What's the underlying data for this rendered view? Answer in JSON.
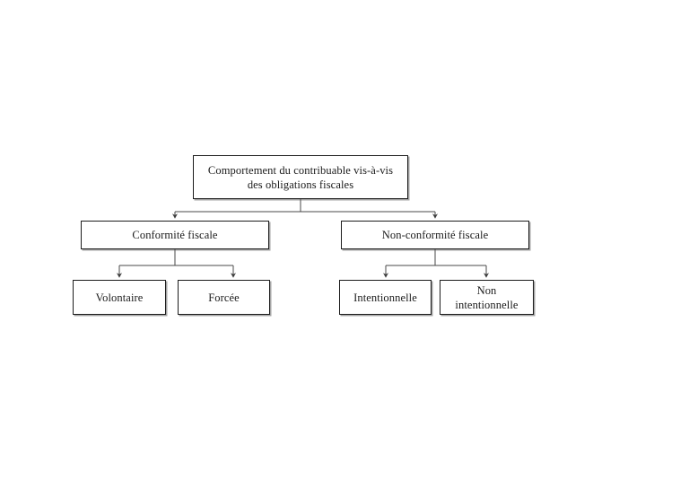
{
  "diagram": {
    "type": "hierarchy-tree",
    "title": "Comportement du contribuable vis-à-vis des obligations fiscales",
    "orientation": "top-down",
    "levels": 3,
    "colors": {
      "box_border": "#1c1c1c",
      "box_fill": "#ffffff",
      "connector": "#4a4a4a",
      "text": "#1a1a1a",
      "page_background": "#ffffff"
    },
    "nodes": {
      "root": {
        "label": "Comportement du contribuable vis-à-vis\ndes obligations fiscales",
        "level": 1
      },
      "conformite": {
        "label": "Conformité fiscale",
        "level": 2
      },
      "non_conformite": {
        "label": "Non-conformité fiscale",
        "level": 2
      },
      "volontaire": {
        "label": "Volontaire",
        "level": 3
      },
      "forcee": {
        "label": "Forcée",
        "level": 3
      },
      "intentionnelle": {
        "label": "Intentionnelle",
        "level": 3
      },
      "non_intentionnelle": {
        "label": "Non\nintentionnelle",
        "level": 3
      }
    },
    "edges": [
      {
        "from": "root",
        "to": "conformite",
        "arrow": "down"
      },
      {
        "from": "root",
        "to": "non_conformite",
        "arrow": "down"
      },
      {
        "from": "conformite",
        "to": "volontaire",
        "arrow": "down"
      },
      {
        "from": "conformite",
        "to": "forcee",
        "arrow": "down"
      },
      {
        "from": "non_conformite",
        "to": "intentionnelle",
        "arrow": "down"
      },
      {
        "from": "non_conformite",
        "to": "non_intentionnelle",
        "arrow": "down"
      }
    ]
  }
}
